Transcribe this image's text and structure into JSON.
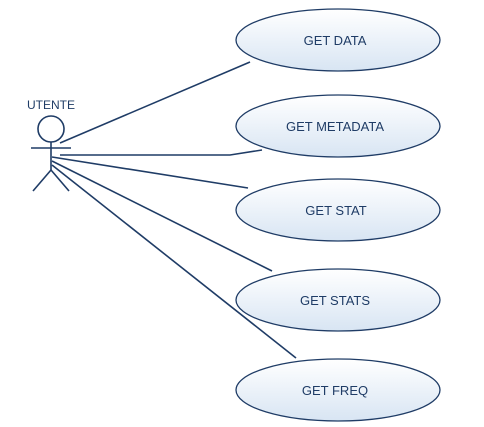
{
  "actor": {
    "label": "UTENTE"
  },
  "use_cases": [
    {
      "label": "GET DATA"
    },
    {
      "label": "GET METADATA"
    },
    {
      "label": "GET STAT"
    },
    {
      "label": "GET STATS"
    },
    {
      "label": "GET FREQ"
    }
  ],
  "colors": {
    "stroke": "#1f3c66",
    "ellipse_fill_top": "#ffffff",
    "ellipse_fill_bottom": "#dce8f5",
    "text": "#1f3c66"
  }
}
